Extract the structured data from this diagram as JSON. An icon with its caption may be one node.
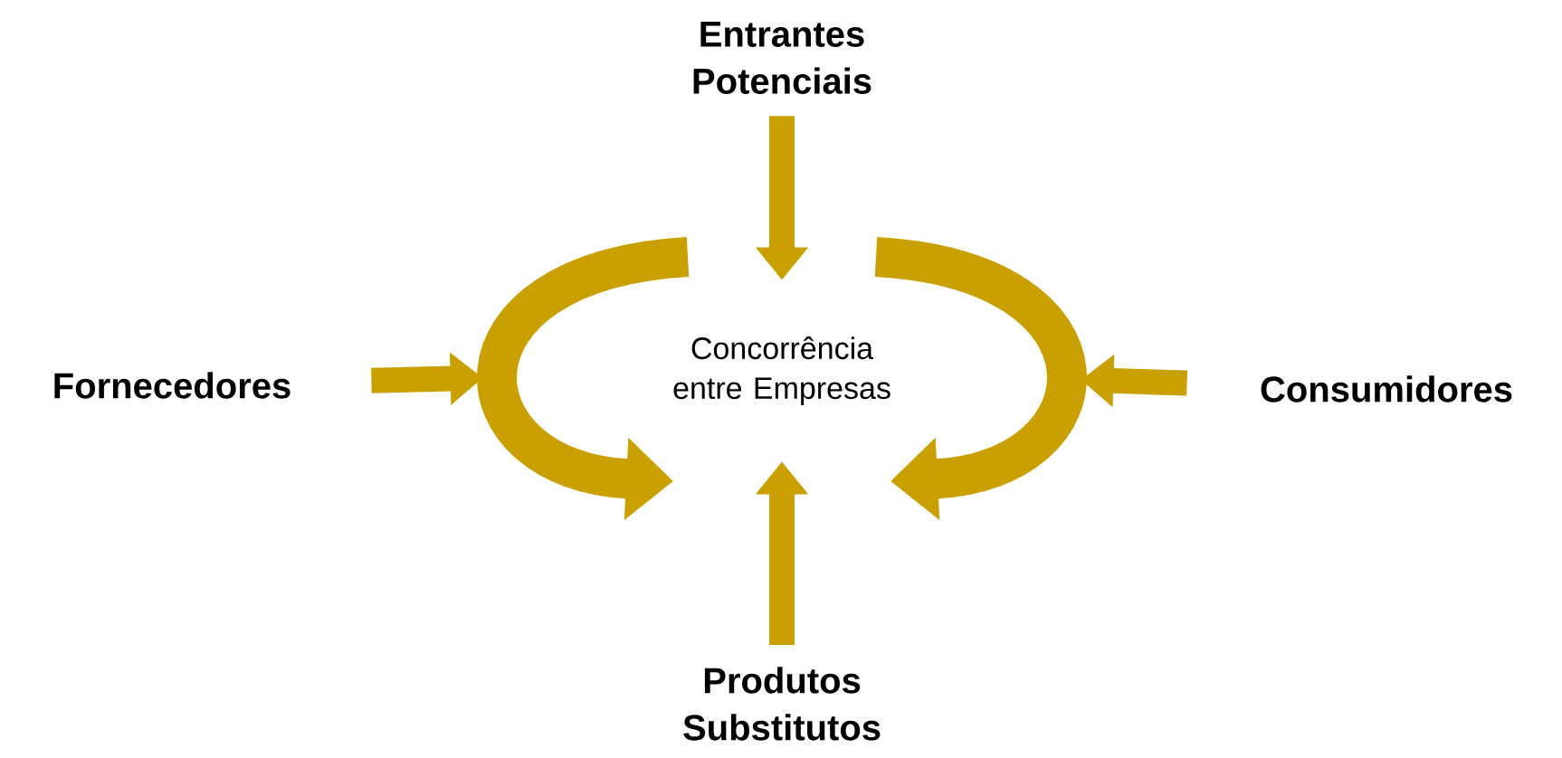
{
  "diagram": {
    "nodes": [
      {
        "text": [
          "Entrantes Potenciais"
        ]
      },
      {
        "text": [
          "Fornecedores"
        ]
      },
      {
        "text": [
          "Concorrência entre Empresas"
        ]
      },
      {
        "text": [
          "Consumidores"
        ]
      },
      {
        "text": [
          "Produtos Substitutos"
        ]
      }
    ],
    "edges": [
      {
        "from": 0,
        "to": 2,
        "arrow": "to"
      },
      {
        "from": 1,
        "to": 2,
        "arrow": "to"
      },
      {
        "from": 3,
        "to": 2,
        "arrow": "to"
      },
      {
        "from": 4,
        "to": 2,
        "arrow": "to"
      }
    ]
  }
}
